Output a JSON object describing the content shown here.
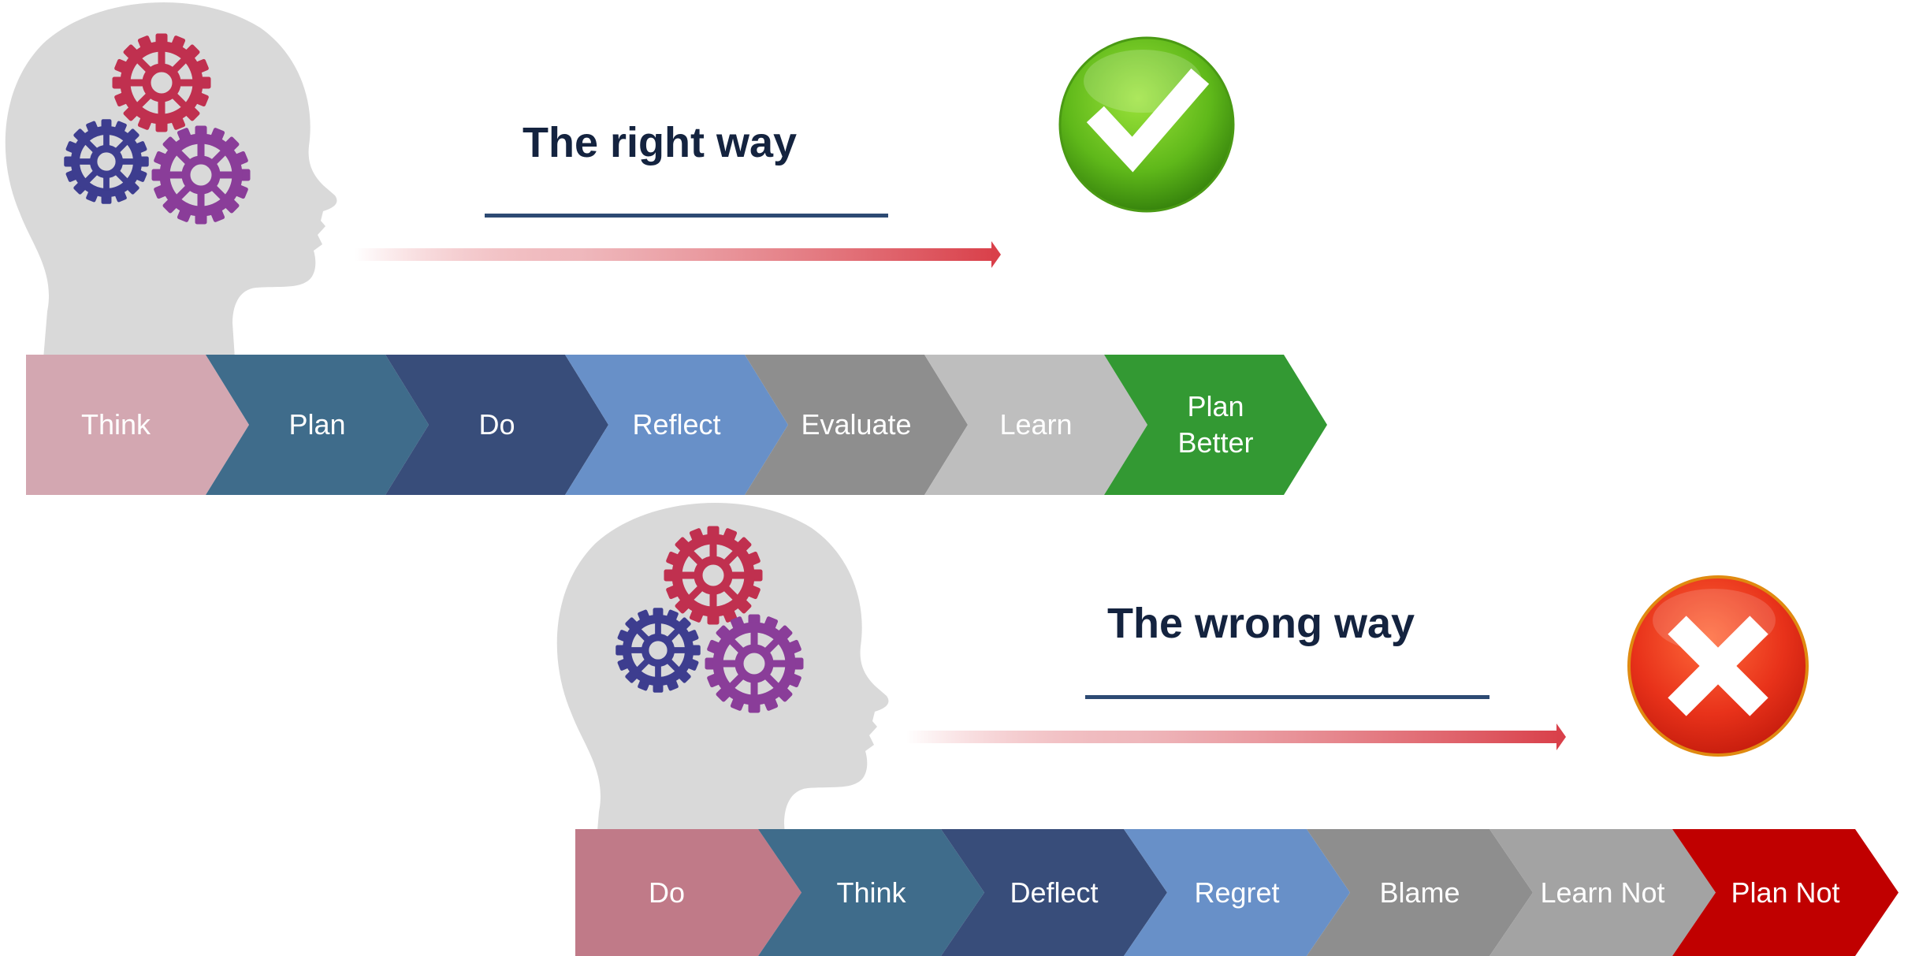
{
  "right_way": {
    "title": "The right way",
    "result_icon": "check-icon",
    "steps": [
      {
        "label": "Think",
        "color": "#d3a7b1"
      },
      {
        "label": "Plan",
        "color": "#3f6c8b"
      },
      {
        "label": "Do",
        "color": "#384d7a"
      },
      {
        "label": "Reflect",
        "color": "#6890c8"
      },
      {
        "label": "Evaluate",
        "color": "#8e8e8e"
      },
      {
        "label": "Learn",
        "color": "#bebebe"
      },
      {
        "label": "Plan\nBetter",
        "color": "#339933"
      }
    ]
  },
  "wrong_way": {
    "title": "The wrong way",
    "result_icon": "cross-icon",
    "steps": [
      {
        "label": "Do",
        "color": "#c07a88"
      },
      {
        "label": "Think",
        "color": "#3f6c8b"
      },
      {
        "label": "Deflect",
        "color": "#384d7a"
      },
      {
        "label": "Regret",
        "color": "#6890c8"
      },
      {
        "label": "Blame",
        "color": "#8e8e8e"
      },
      {
        "label": "Learn Not",
        "color": "#a3a3a3"
      },
      {
        "label": "Plan Not",
        "color": "#c00000"
      }
    ]
  },
  "colors": {
    "gear_red": "#c0304f",
    "gear_blue": "#3d3d8f",
    "gear_purple": "#8a3d99",
    "head": "#d9d9d9",
    "arrow": "#d9404a",
    "rule": "#2d4a73",
    "title": "#14233f"
  }
}
